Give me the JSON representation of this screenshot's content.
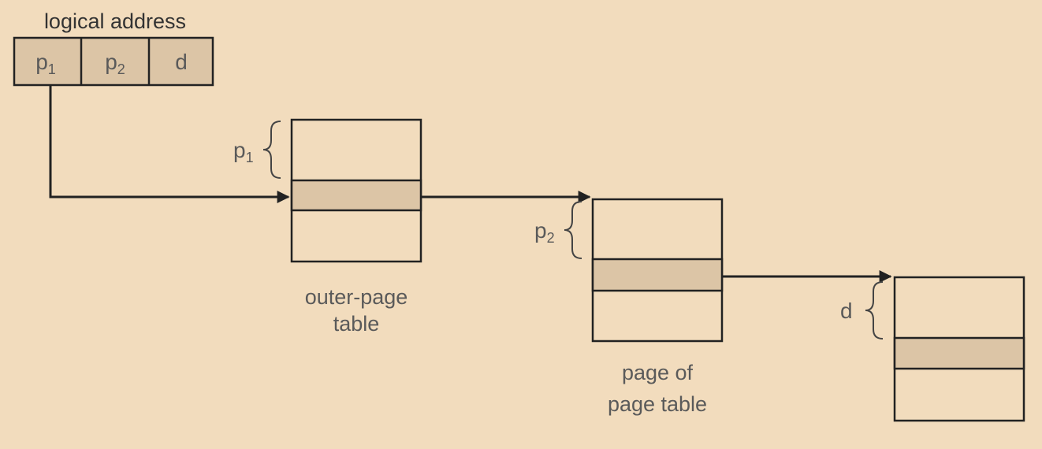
{
  "logical_address": {
    "title": "logical address",
    "fields": [
      {
        "base": "p",
        "sub": "1"
      },
      {
        "base": "p",
        "sub": "2"
      },
      {
        "base": "d",
        "sub": ""
      }
    ]
  },
  "outer_page_table": {
    "index": {
      "base": "p",
      "sub": "1"
    },
    "label_line1": "outer-page",
    "label_line2": "table"
  },
  "page_of_page_table": {
    "index": {
      "base": "p",
      "sub": "2"
    },
    "label_line1": "page of",
    "label_line2": "page table"
  },
  "physical_page": {
    "index": {
      "base": "d",
      "sub": ""
    }
  },
  "colors": {
    "background": "#f2dcbd",
    "table_fill": "#f2dcbd",
    "selected_entry": "#dcc5a6",
    "stroke": "#222222",
    "text": "#5a5a5a"
  }
}
